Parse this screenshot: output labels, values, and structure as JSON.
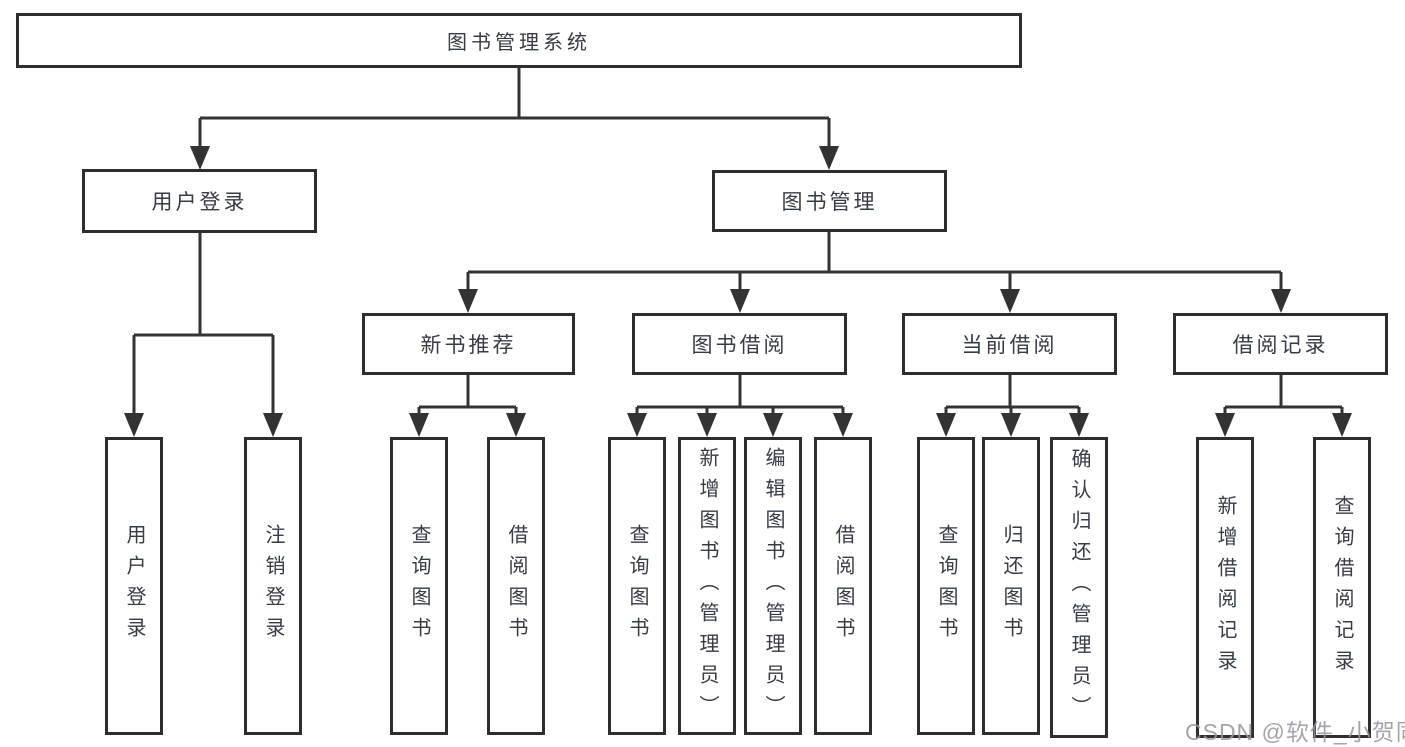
{
  "colors": {
    "background": "#ffffff",
    "box_border": "#2e2e2e",
    "connector_line": "#333333",
    "text": "#363c44",
    "watermark_text": "#96989c"
  },
  "tree": {
    "label": "图书管理系统",
    "children": [
      {
        "label": "用户登录",
        "children": [
          {
            "label": "用户登录"
          },
          {
            "label": "注销登录"
          }
        ]
      },
      {
        "label": "图书管理",
        "children": [
          {
            "label": "新书推荐",
            "children": [
              {
                "label": "查询图书"
              },
              {
                "label": "借阅图书"
              }
            ]
          },
          {
            "label": "图书借阅",
            "children": [
              {
                "label": "查询图书"
              },
              {
                "label": "新增图书（管理员）"
              },
              {
                "label": "编辑图书（管理员）"
              },
              {
                "label": "借阅图书"
              }
            ]
          },
          {
            "label": "当前借阅",
            "children": [
              {
                "label": "查询图书"
              },
              {
                "label": "归还图书"
              },
              {
                "label": "确认归还（管理员）"
              }
            ]
          },
          {
            "label": "借阅记录",
            "children": [
              {
                "label": "新增借阅记录"
              },
              {
                "label": "查询借阅记录"
              }
            ]
          }
        ]
      }
    ]
  },
  "watermark": {
    "text": "CSDN @软件_小贺同学"
  }
}
